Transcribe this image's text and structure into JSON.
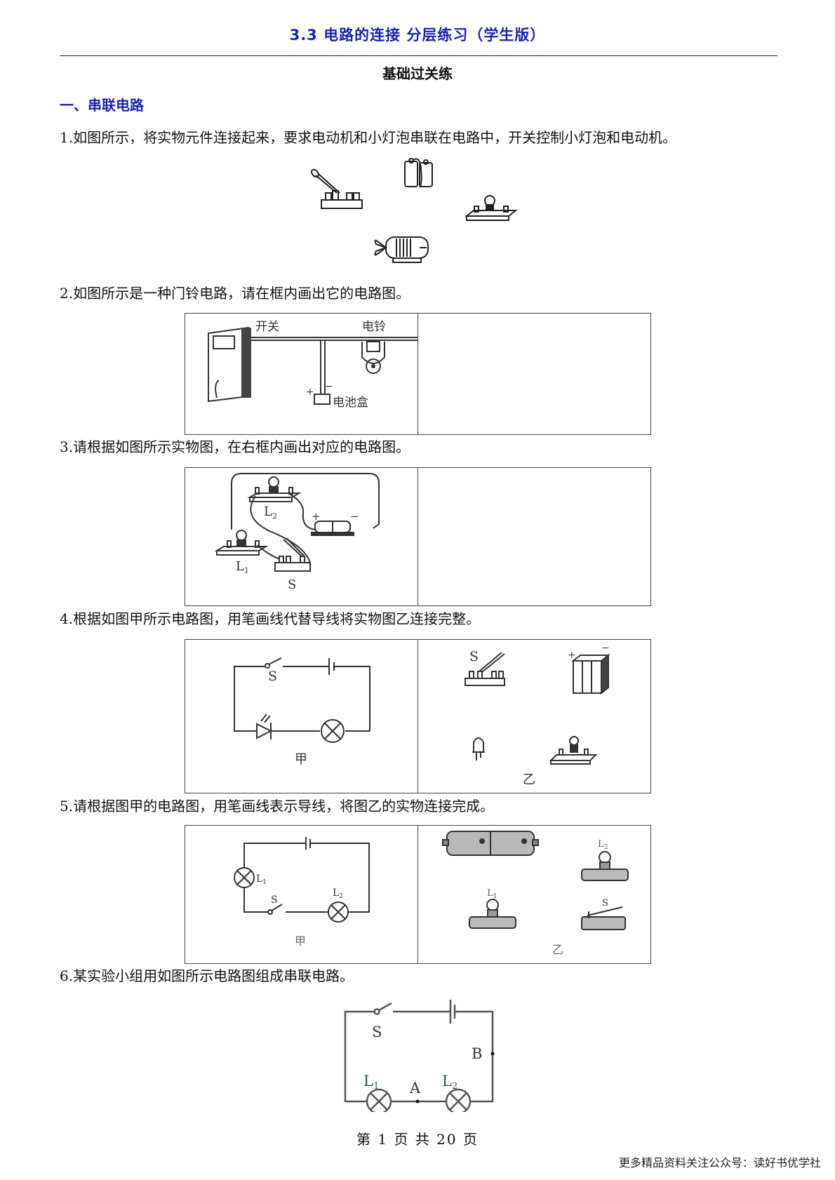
{
  "header": {
    "title": "3.3  电路的连接  分层练习（学生版）",
    "subtitle": "基础过关练",
    "section": "一、串联电路"
  },
  "questions": [
    {
      "number": "1.",
      "text": "如图所示，将实物元件连接起来，要求电动机和小灯泡串联在电路中，开关控制小灯泡和电动机。"
    },
    {
      "number": "2.",
      "text": "如图所示是一种门铃电路，请在框内画出它的电路图。",
      "labels": {
        "switch": "开关",
        "bell": "电铃",
        "battery": "电池盒",
        "plus": "+",
        "minus": "−"
      }
    },
    {
      "number": "3.",
      "text": "请根据如图所示实物图，在右框内画出对应的电路图。",
      "labels": {
        "l2": "L",
        "l2_sub": "2",
        "l1": "L",
        "l1_sub": "1",
        "switch": "S",
        "plus": "+",
        "minus": "−"
      }
    },
    {
      "number": "4.",
      "text": "根据如图甲所示电路图，用笔画线代替导线将实物图乙连接完整。",
      "labels": {
        "switch": "S",
        "fig_a": "甲",
        "fig_b": "乙",
        "switch_real": "S",
        "plus": "+",
        "minus": "−"
      }
    },
    {
      "number": "5.",
      "text": "请根据图甲的电路图，用笔画线表示导线，将图乙的实物连接完成。",
      "labels": {
        "l1": "L",
        "l1_sub": "1",
        "l2": "L",
        "l2_sub": "2",
        "switch": "S",
        "fig_a": "甲",
        "fig_b": "乙",
        "l2_real": "L",
        "l2_real_sub": "2",
        "l1_real": "L",
        "l1_real_sub": "1",
        "switch_real": "S"
      }
    },
    {
      "number": "6.",
      "text": "某实验小组用如图所示电路图组成串联电路。",
      "labels": {
        "switch": "S",
        "l1": "L",
        "l1_sub": "1",
        "l2": "L",
        "l2_sub": "2",
        "point_a": "A",
        "point_b": "B"
      }
    }
  ],
  "footer": {
    "page": "第 1 页 共 20 页",
    "promo": "更多精品资料关注公众号：读好书优学社"
  }
}
